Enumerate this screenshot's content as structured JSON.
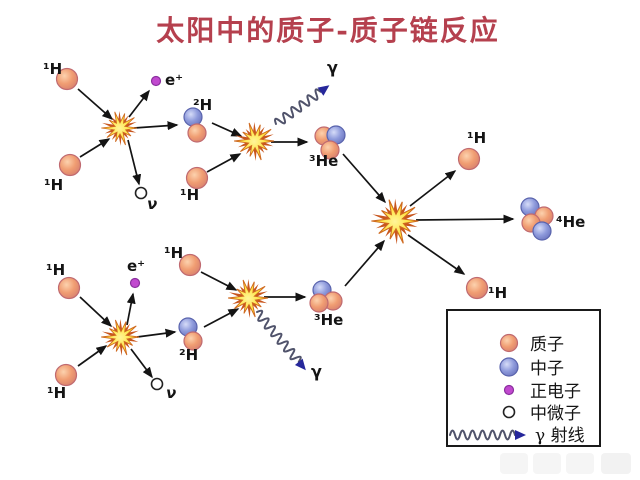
{
  "title": "太阳中的质子-质子链反应",
  "labels": {
    "hydrogen1": "¹H",
    "deuterium": "²H",
    "helium3": "³He",
    "helium4": "⁴He",
    "positron": "e⁺",
    "neutrino": "ν",
    "gamma": "γ"
  },
  "legend": {
    "items": [
      {
        "symbol": "proton",
        "label": "质子"
      },
      {
        "symbol": "neutron",
        "label": "中子"
      },
      {
        "symbol": "positron",
        "label": "正电子"
      },
      {
        "symbol": "neutrino",
        "label": "中微子"
      },
      {
        "symbol": "gamma-ray",
        "label": "γ 射线"
      }
    ]
  },
  "colors": {
    "title": "#b5404e",
    "proton": "#f09d72",
    "proton_rim": "#c06a70",
    "neutron": "#8f9bdc",
    "neutron_rim": "#5a64ad",
    "positron": "#c149cf",
    "neutrino_outline": "#222222",
    "burst_fill": "#ffe23a",
    "burst_spikes": "#c8561e",
    "arrow": "#141414",
    "gamma_wave": "#50536b",
    "gamma_arrowhead": "#26279b",
    "legend_border": "#1a1a1a"
  }
}
